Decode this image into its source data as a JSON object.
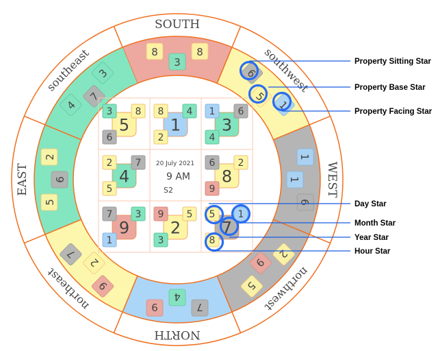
{
  "palette": {
    "1": {
      "fill": "#a9d3f6",
      "stroke": "#86b4dc"
    },
    "2": {
      "fill": "#fdf5a6",
      "stroke": "#f0c27a"
    },
    "3": {
      "fill": "#82e3bf",
      "stroke": "#5cc79d"
    },
    "4": {
      "fill": "#82e3bf",
      "stroke": "#5cc79d"
    },
    "5": {
      "fill": "#fdf5a6",
      "stroke": "#f0c27a"
    },
    "6": {
      "fill": "#b3b3b3",
      "stroke": "#9a9a9a"
    },
    "7": {
      "fill": "#b3b3b3",
      "stroke": "#9a9a9a"
    },
    "8": {
      "fill": "#fdf5a6",
      "stroke": "#f0c27a"
    },
    "9": {
      "fill": "#eba79e",
      "stroke": "#d98a80"
    }
  },
  "colors": {
    "border": "#f07020",
    "grid": "#f8c8b0",
    "annotation": "#2a6df0",
    "annotation_line": "#1a5ce0"
  },
  "sectors": [
    {
      "label": "SOUTH",
      "band_color": "#eda8a0",
      "stars": [
        "8",
        "3",
        "8"
      ]
    },
    {
      "label": "southwest",
      "band_color": "#fdf7ad",
      "stars": [
        "6",
        "5",
        "1"
      ]
    },
    {
      "label": "WEST",
      "band_color": "#b5b5b5",
      "stars": [
        "1",
        "1",
        "6"
      ]
    },
    {
      "label": "northwest",
      "band_color": "#b5b5b5",
      "stars": [
        "2",
        "9",
        "5"
      ]
    },
    {
      "label": "NORTH",
      "band_color": "#acd6f7",
      "stars": [
        "7",
        "4",
        "9"
      ]
    },
    {
      "label": "northeast",
      "band_color": "#fdf7ad",
      "stars": [
        "9",
        "2",
        "7"
      ]
    },
    {
      "label": "EAST",
      "band_color": "#84e6c0",
      "stars": [
        "5",
        "6",
        "2"
      ]
    },
    {
      "label": "southeast",
      "band_color": "#84e6c0",
      "stars": [
        "4",
        "7",
        "3"
      ]
    }
  ],
  "grid": [
    {
      "main": "5",
      "tl": "3",
      "tr": "8",
      "bl": "6"
    },
    {
      "main": "1",
      "tl": "8",
      "tr": "4",
      "bl": "2"
    },
    {
      "main": "3",
      "tl": "1",
      "tr": "6",
      "bl": "4"
    },
    {
      "main": "4",
      "tl": "2",
      "tr": "7",
      "bl": "5"
    },
    {
      "center": true
    },
    {
      "main": "8",
      "tl": "6",
      "tr": "2",
      "bl": "9"
    },
    {
      "main": "9",
      "tl": "7",
      "tr": "3",
      "bl": "1"
    },
    {
      "main": "2",
      "tl": "9",
      "tr": "5",
      "bl": "3"
    },
    {
      "main": "7",
      "tl": "5",
      "tr": "1",
      "bl": "8"
    }
  ],
  "center_info": {
    "date": "20 July 2021",
    "time": "9 AM",
    "period": "S2"
  },
  "legend": {
    "property_sitting": "Property Sitting Star",
    "property_base": "Property Base Star",
    "property_facing": "Property Facing Star",
    "day": "Day Star",
    "month": "Month Star",
    "year": "Year Star",
    "hour": "Hour Star"
  }
}
